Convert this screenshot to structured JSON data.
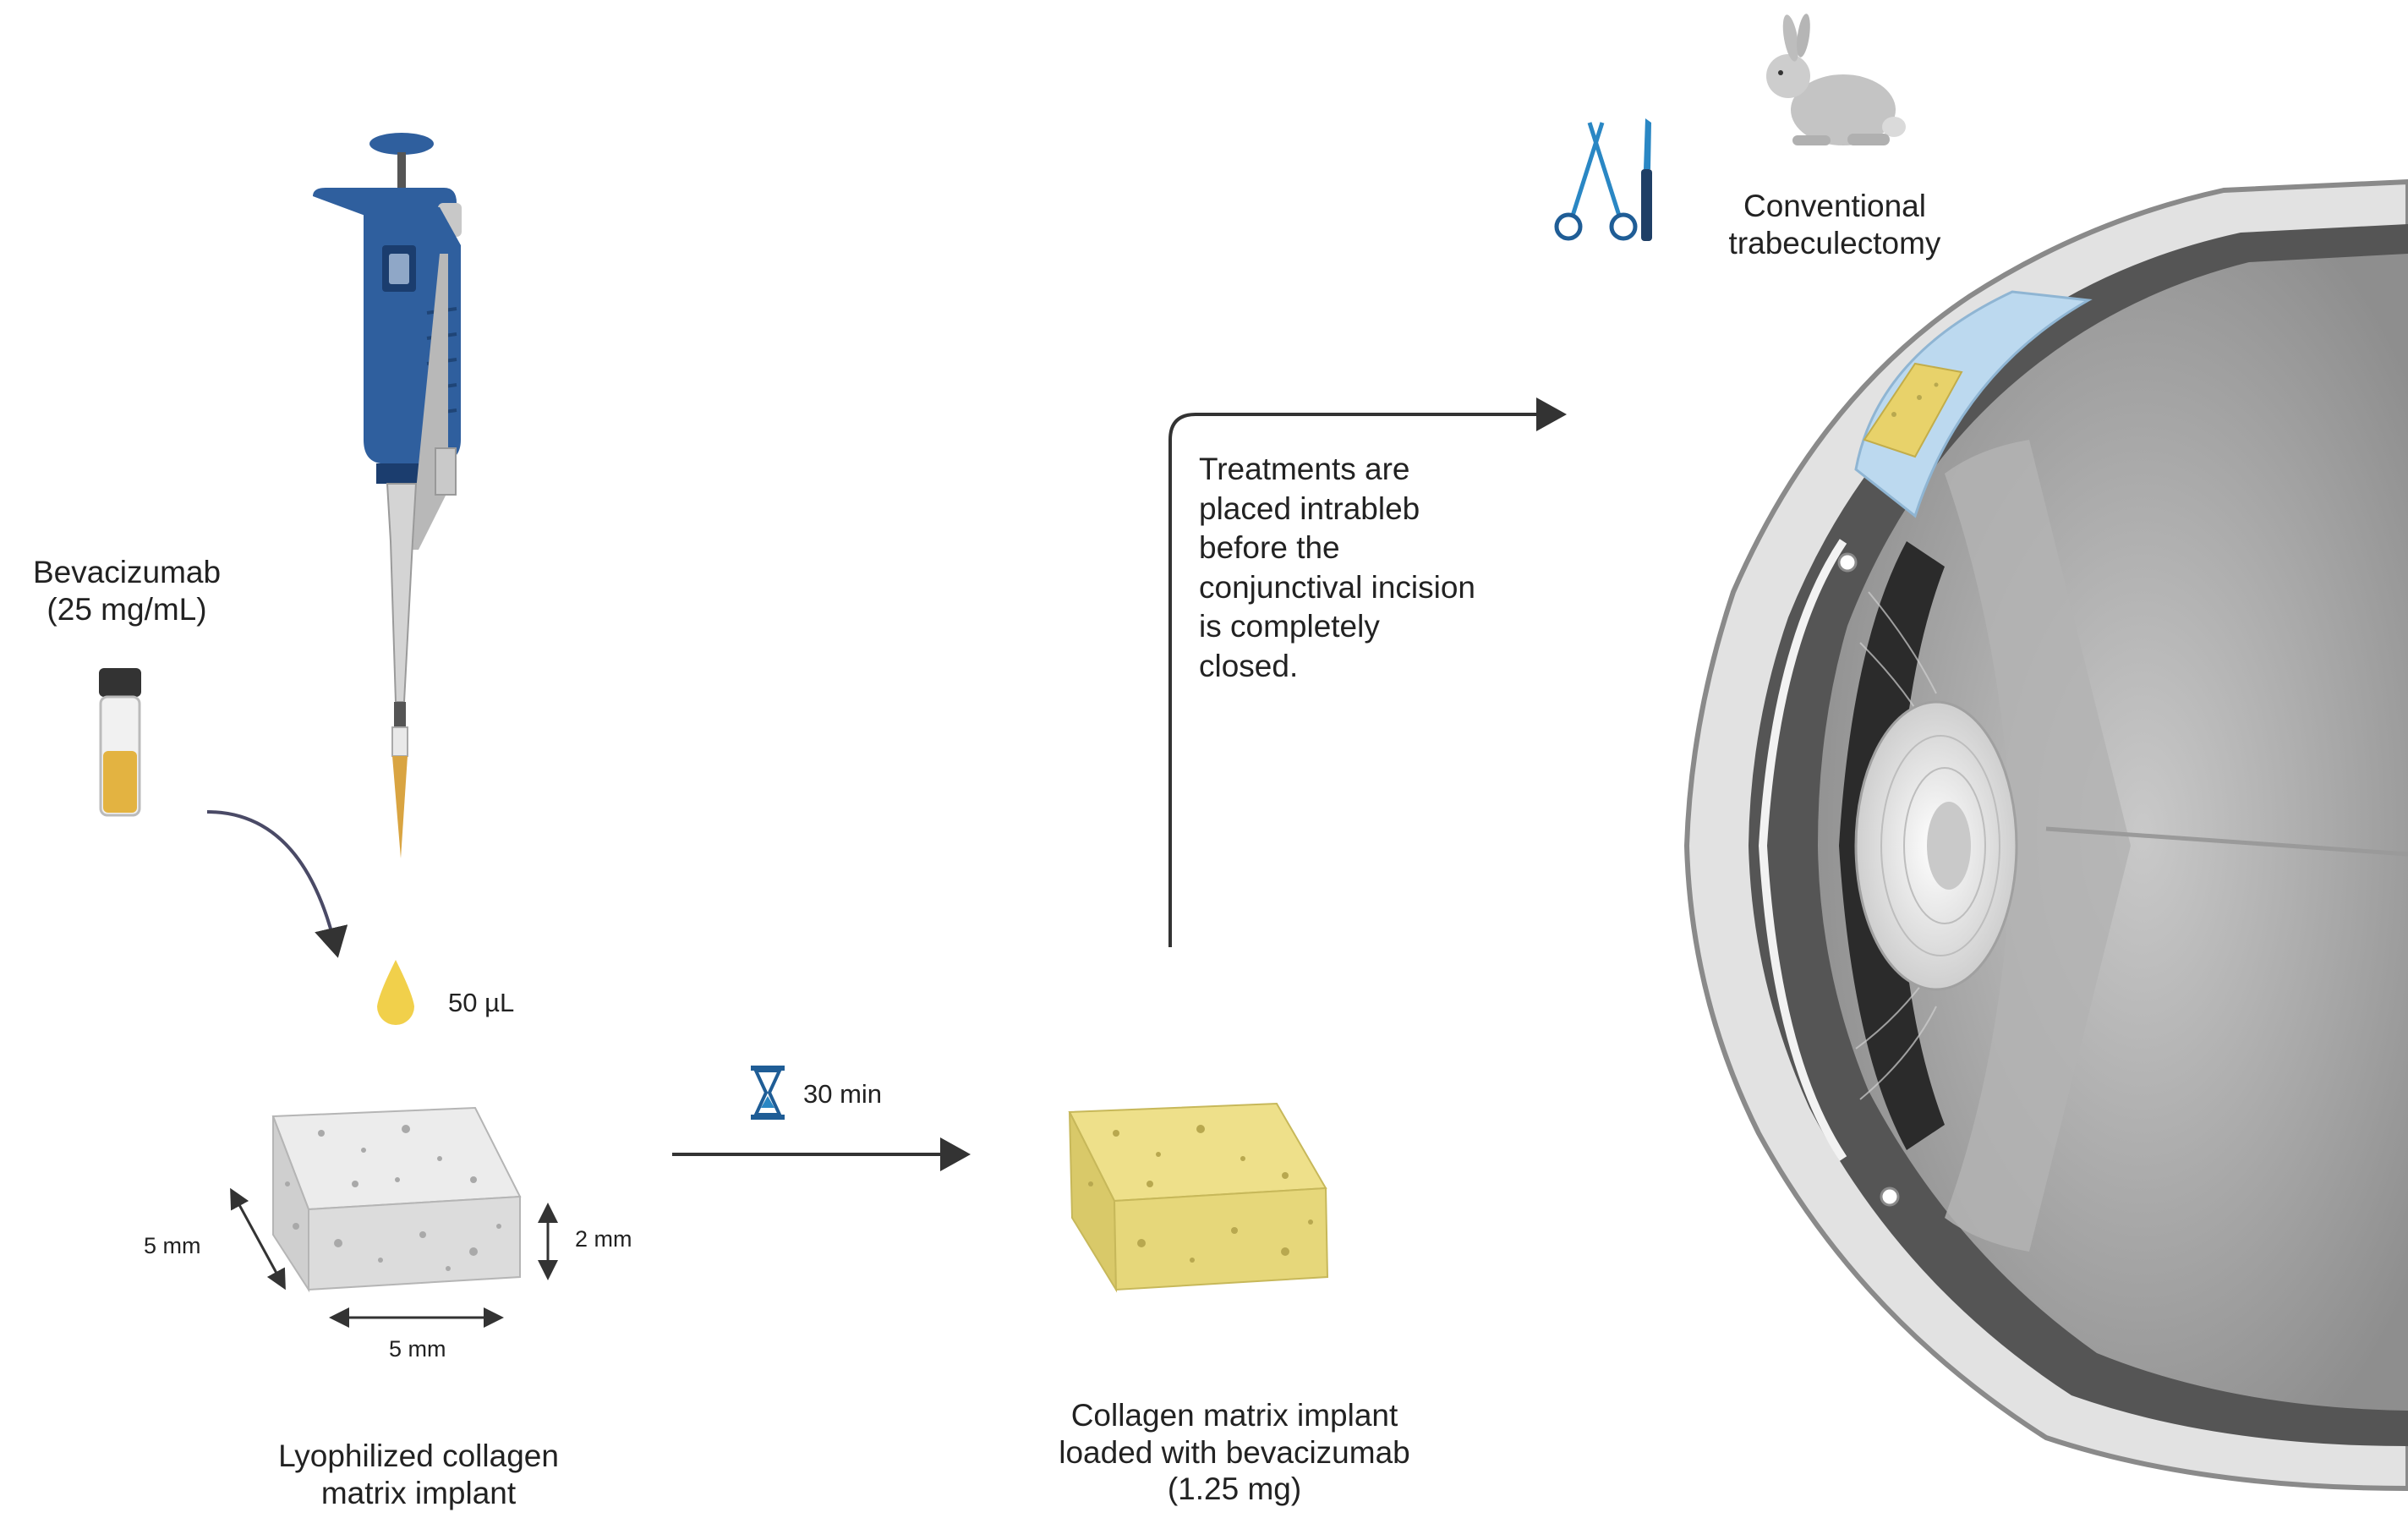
{
  "labels": {
    "drug_name": "Bevacizumab",
    "drug_conc": "(25 mg/mL)",
    "drop_volume": "50 µL",
    "wait_time": "30 min",
    "dim_depth": "5 mm",
    "dim_width": "5 mm",
    "dim_height": "2 mm",
    "implant_dry_line1": "Lyophilized collagen",
    "implant_dry_line2": "matrix implant",
    "implant_loaded_line1": "Collagen matrix implant",
    "implant_loaded_line2": "loaded with bevacizumab",
    "implant_loaded_line3": "(1.25 mg)",
    "surgery_line1": "Conventional",
    "surgery_line2": "trabeculectomy",
    "treatment_note": [
      "Treatments are",
      "placed intrableb",
      "before the",
      "conjunctival incision",
      "is completely",
      "closed."
    ]
  },
  "colors": {
    "pipette_blue": "#2f5f9e",
    "drug_yellow": "#e8c44a",
    "implant_gray": "#d9d9d9",
    "implant_yellow": "#e6d77a",
    "arrow_dark": "#333333",
    "tool_blue": "#2a87c4",
    "eye_gray": "#9a9a9a",
    "bleb_blue": "#bcd9ef"
  },
  "icons": [
    "pipette-icon",
    "vial-icon",
    "drop-icon",
    "hourglass-icon",
    "scissors-icon",
    "scalpel-icon",
    "rabbit-icon",
    "eye-cross-section-icon"
  ]
}
